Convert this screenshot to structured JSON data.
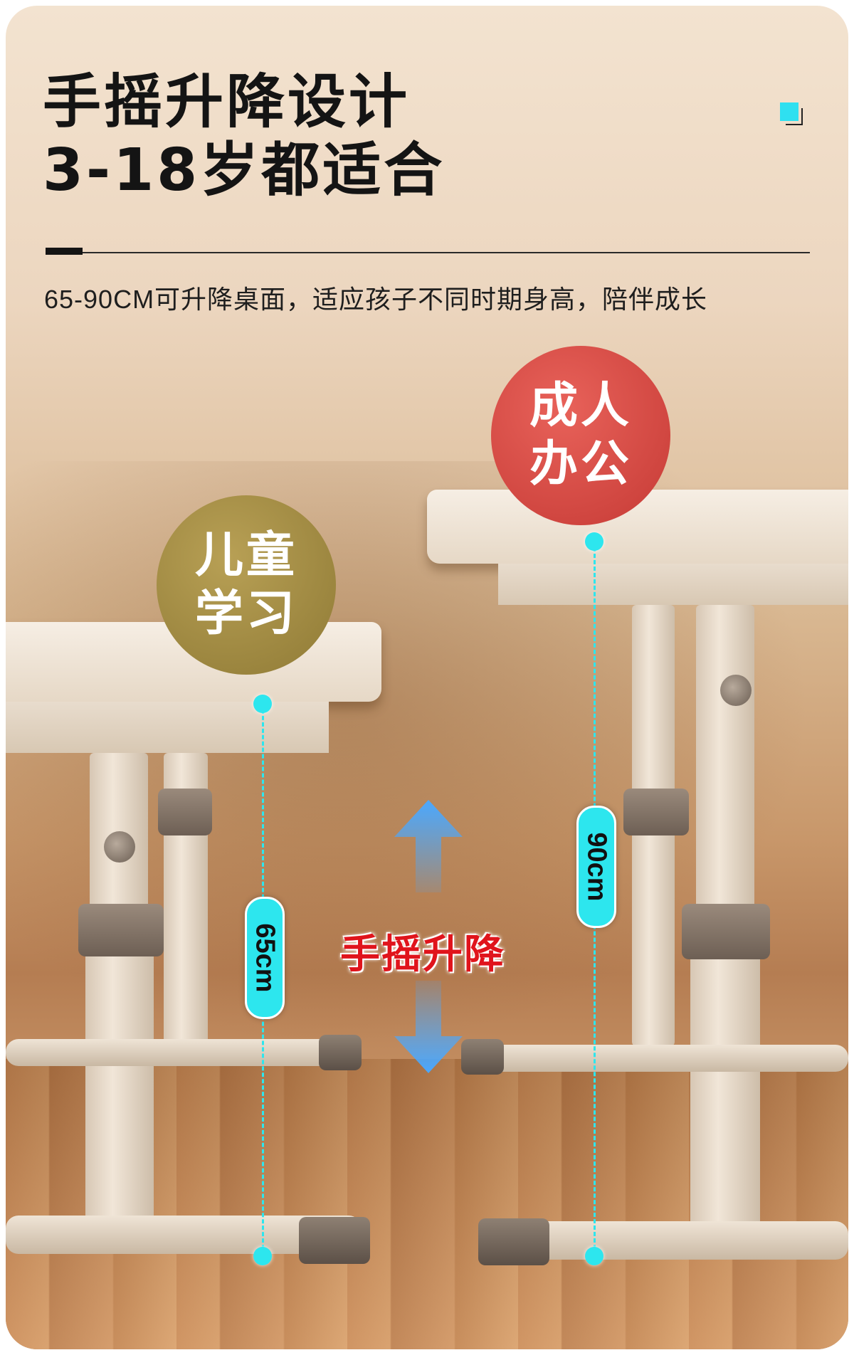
{
  "header": {
    "title_line1": "手摇升降设计",
    "title_line2": "3-18岁都适合",
    "subtitle": "65-90CM可升降桌面，适应孩子不同时期身高，陪伴成长",
    "accent_color": "#2fe0f0"
  },
  "badges": {
    "child": {
      "text": "儿童学习",
      "color": "#a58f45"
    },
    "adult": {
      "text": "成人办公",
      "color": "#d84a44"
    }
  },
  "measurements": {
    "low": {
      "label": "65cm"
    },
    "high": {
      "label": "90cm"
    },
    "color": "#2de6ee"
  },
  "mechanism": {
    "label": "手摇升降",
    "label_color": "#e0141c",
    "arrow_up_icon": "arrow-up-icon",
    "arrow_down_icon": "arrow-down-icon"
  }
}
